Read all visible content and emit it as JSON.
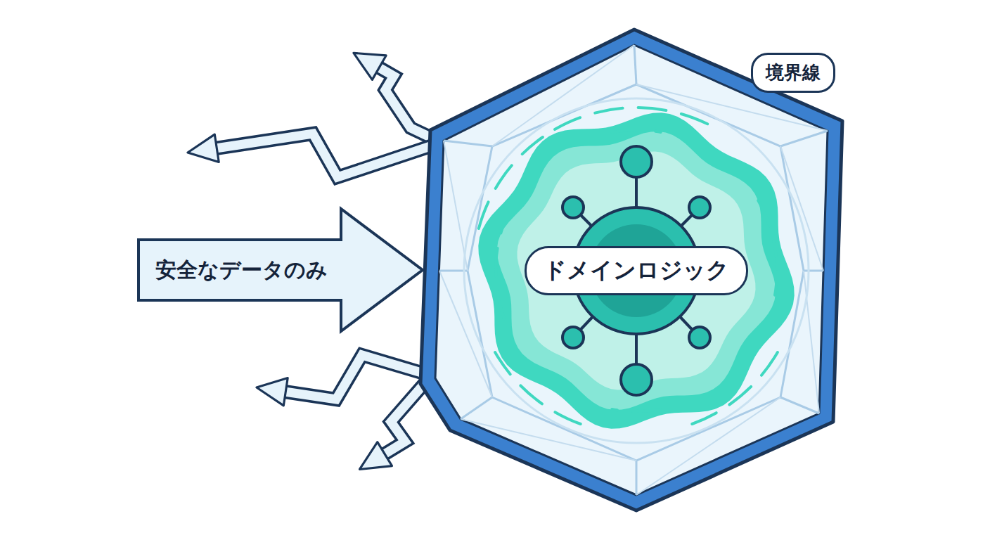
{
  "diagram": {
    "nodes": [
      {
        "text": [
          "境界線"
        ]
      },
      {
        "text": [
          "ドメインロジック"
        ],
        "in": 0
      },
      {
        "text": [
          "安全なデータのみ"
        ]
      }
    ]
  }
}
